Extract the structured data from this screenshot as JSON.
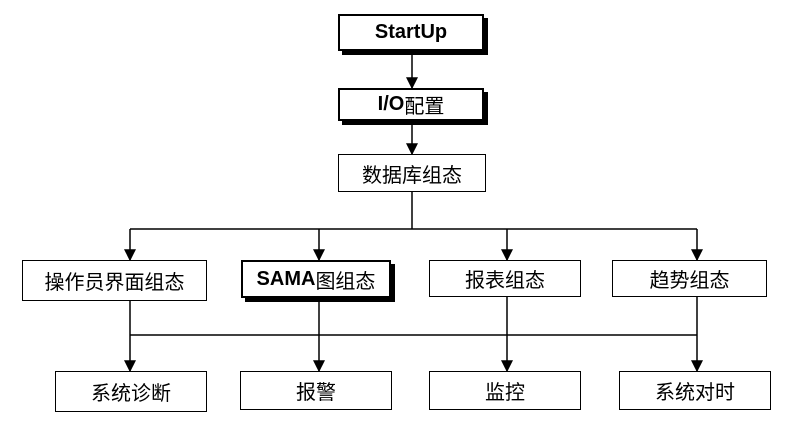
{
  "nodes": {
    "startup": "StartUp",
    "io_config": {
      "prefix": "I/O",
      "suffix": "配置"
    },
    "database": "数据库组态",
    "row1": {
      "operator_ui": "操作员界面组态",
      "sama": {
        "prefix": "SAMA",
        "suffix": "图组态"
      },
      "report": "报表组态",
      "trend": "趋势组态"
    },
    "row2": {
      "diagnosis": "系统诊断",
      "alarm": "报警",
      "monitor": "监控",
      "time_sync": "系统对时"
    }
  }
}
